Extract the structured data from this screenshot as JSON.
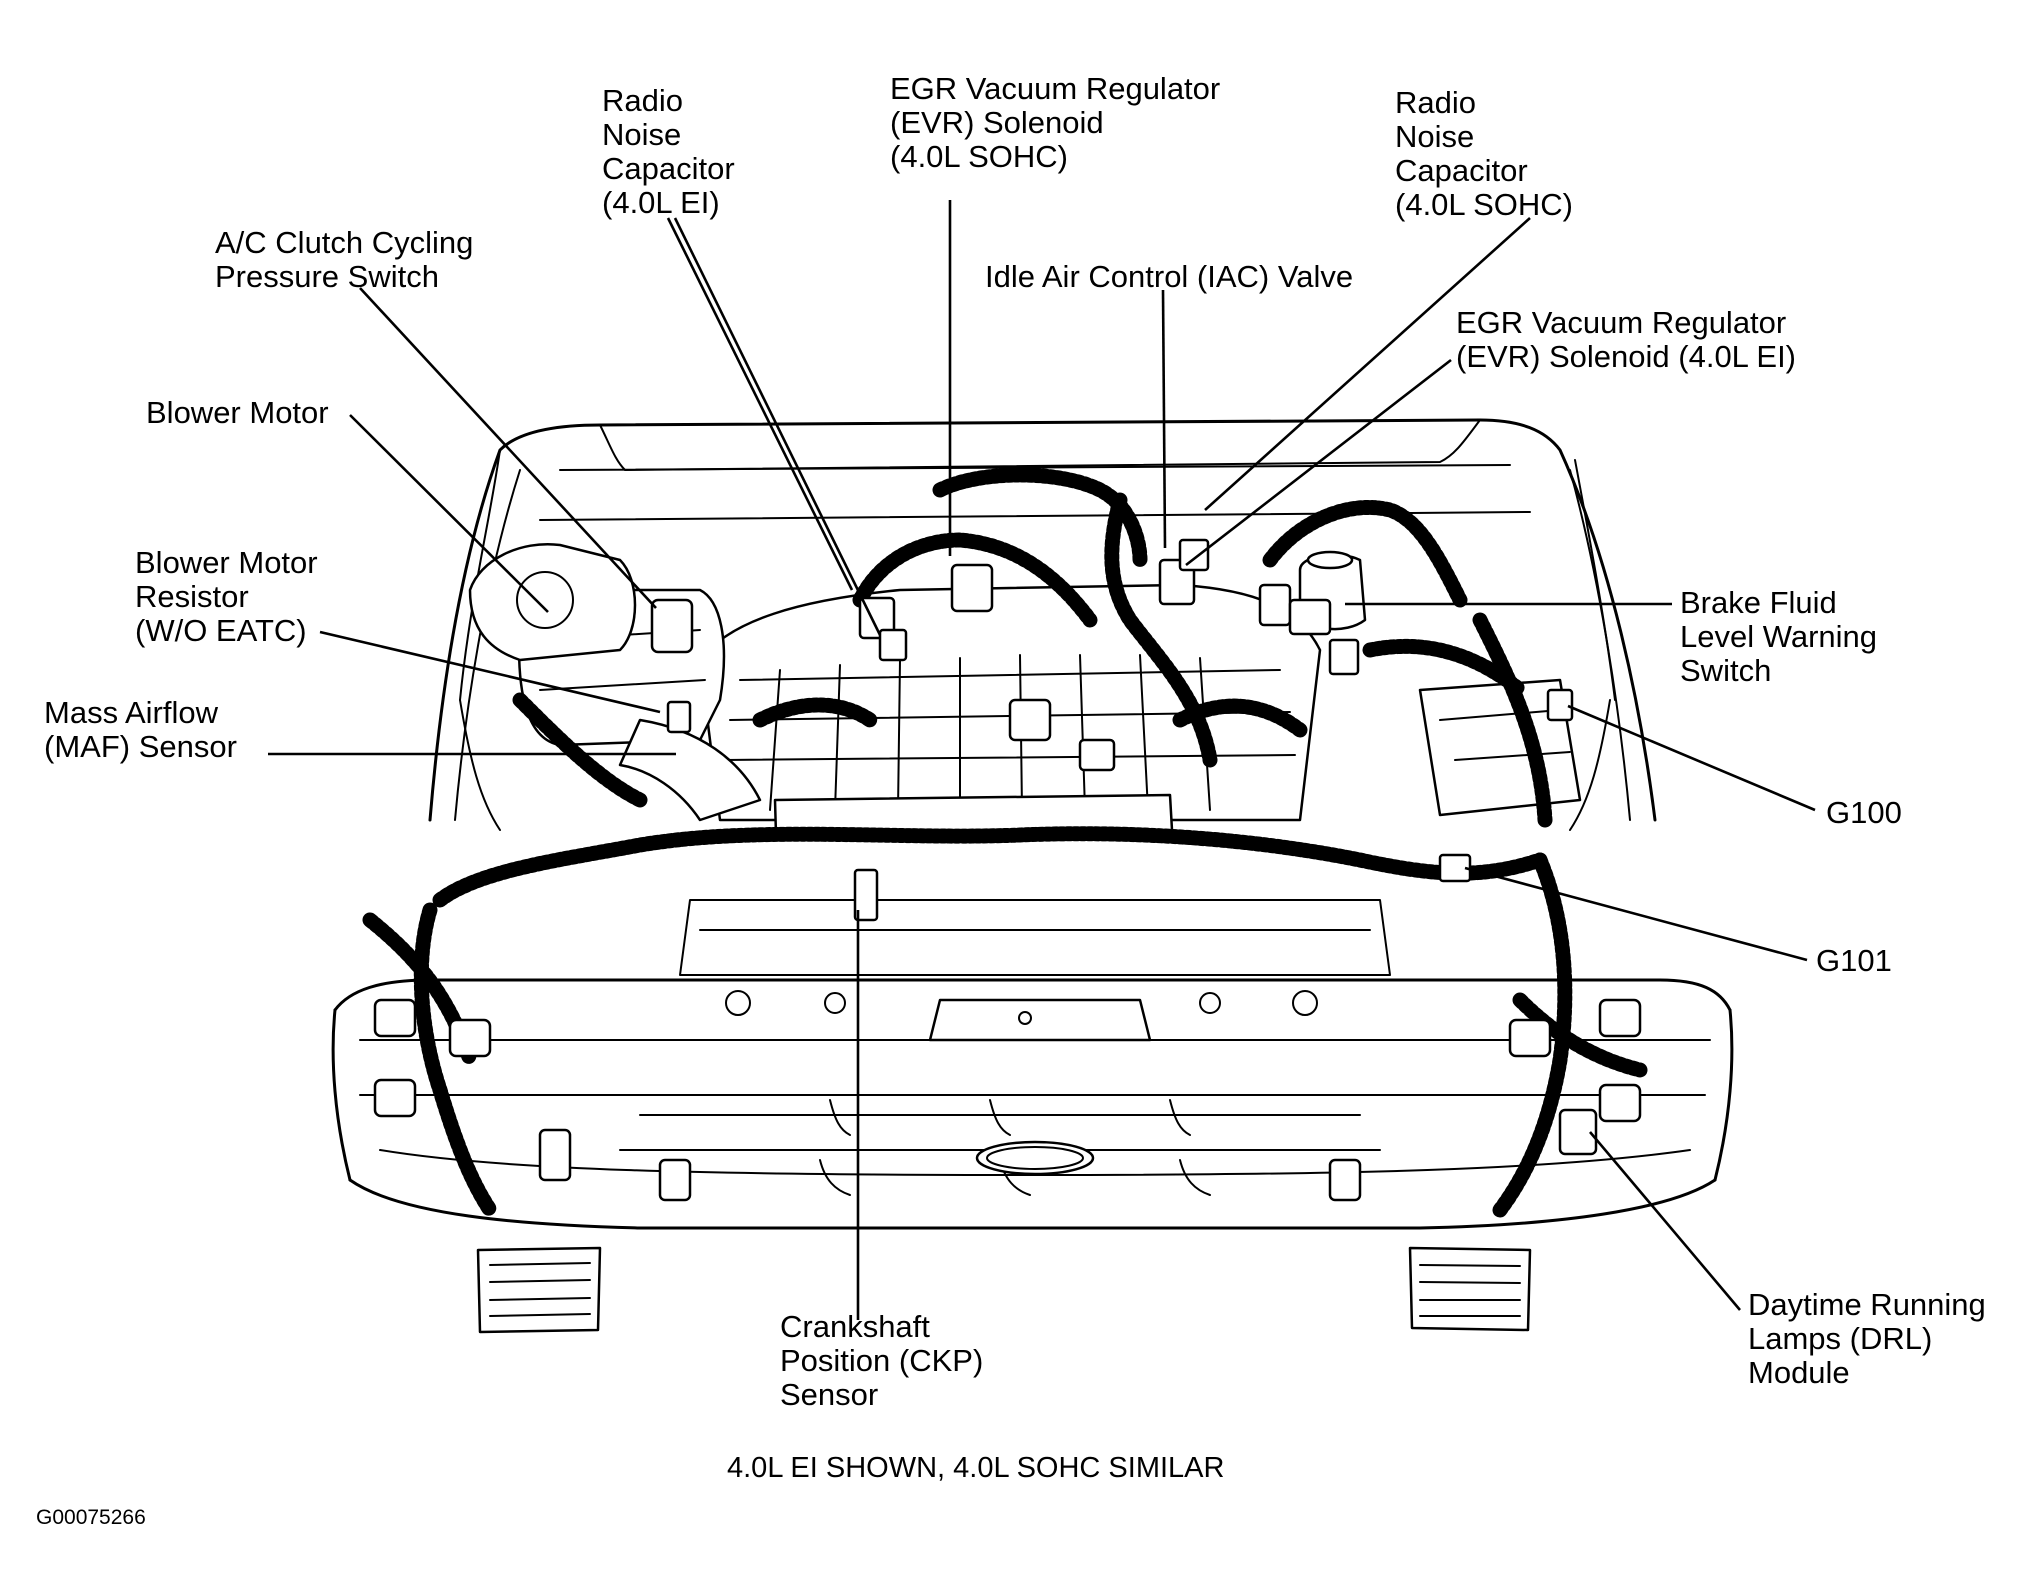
{
  "labels": {
    "radio_noise_capacitor_ei": [
      "Radio",
      "Noise",
      "Capacitor",
      "(4.0L EI)"
    ],
    "egr_evr_sohc": [
      "EGR Vacuum Regulator",
      "(EVR) Solenoid",
      "(4.0L SOHC)"
    ],
    "radio_noise_capacitor_sohc": [
      "Radio",
      "Noise",
      "Capacitor",
      "(4.0L SOHC)"
    ],
    "ac_clutch_switch": [
      "A/C Clutch Cycling",
      "Pressure Switch"
    ],
    "iac_valve": [
      "Idle Air Control (IAC) Valve"
    ],
    "egr_evr_ei": [
      "EGR Vacuum Regulator",
      "(EVR) Solenoid (4.0L EI)"
    ],
    "blower_motor": [
      "Blower Motor"
    ],
    "blower_motor_resistor": [
      "Blower Motor",
      "Resistor",
      "(W/O EATC)"
    ],
    "brake_fluid_switch": [
      "Brake Fluid",
      "Level Warning",
      "Switch"
    ],
    "maf_sensor": [
      "Mass Airflow",
      "(MAF) Sensor"
    ],
    "g100": [
      "G100"
    ],
    "g101": [
      "G101"
    ],
    "ckp_sensor": [
      "Crankshaft",
      "Position (CKP)",
      "Sensor"
    ],
    "drl_module": [
      "Daytime Running",
      "Lamps (DRL)",
      "Module"
    ]
  },
  "caption": "4.0L EI SHOWN, 4.0L SOHC SIMILAR",
  "figure_id": "G00075266",
  "colors": {
    "ink": "#000000",
    "paper": "#ffffff"
  }
}
